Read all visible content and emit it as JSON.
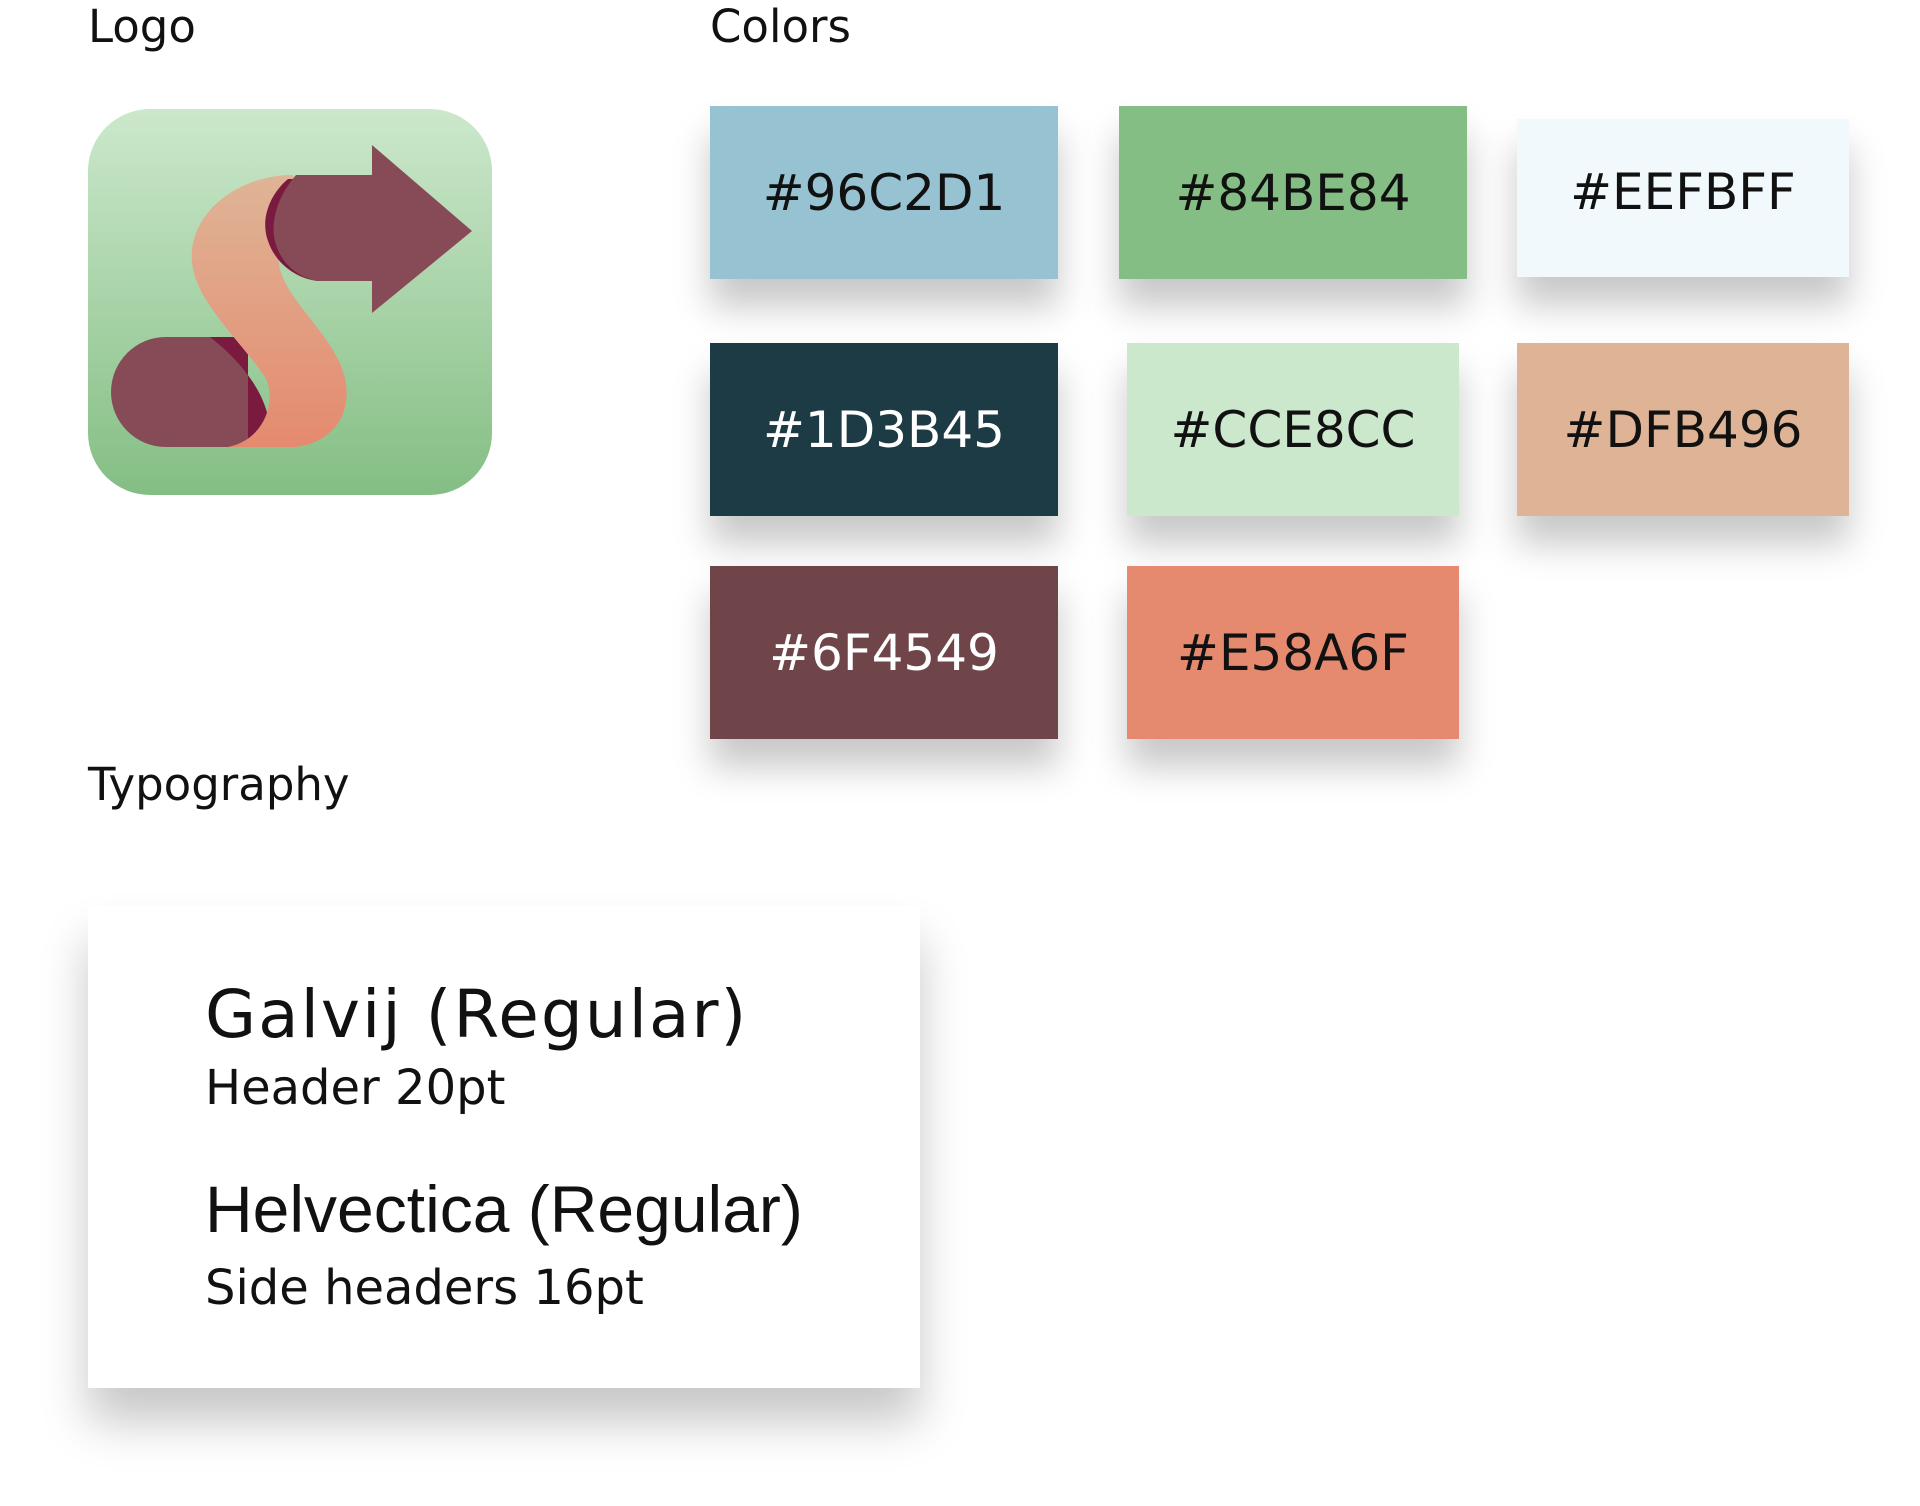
{
  "sections": {
    "logo_label": "Logo",
    "colors_label": "Colors",
    "typography_label": "Typography"
  },
  "logo": {
    "icon": "s-arrow-logo-icon",
    "background_gradient": [
      "#CCE8CC",
      "#84BE84"
    ],
    "s_gradient": [
      "#DFB496",
      "#E58A6F"
    ],
    "arrow_color": "#874A57",
    "shadow_color": "#7A1A3F"
  },
  "colors": [
    {
      "hex": "#96C2D1",
      "swatch": "#96C2D1",
      "text_color": "#111111"
    },
    {
      "hex": "#84BE84",
      "swatch": "#84BE84",
      "text_color": "#111111"
    },
    {
      "hex": "#EEFBFF",
      "swatch": "#F2F9FC",
      "text_color": "#111111"
    },
    {
      "hex": "#1D3B45",
      "swatch": "#1D3B45",
      "text_color": "#FFFFFF"
    },
    {
      "hex": "#CCE8CC",
      "swatch": "#CCE8CC",
      "text_color": "#111111"
    },
    {
      "hex": "#DFB496",
      "swatch": "#DFB496",
      "text_color": "#111111"
    },
    {
      "hex": "#6F4549",
      "swatch": "#6F4549",
      "text_color": "#FFFFFF"
    },
    {
      "hex": "#E58A6F",
      "swatch": "#E58A6F",
      "text_color": "#111111"
    }
  ],
  "typography": {
    "font1_name": "Galvij (Regular)",
    "font1_desc": "Header 20pt",
    "font2_name": "Helvectica (Regular)",
    "font2_desc": "Side headers 16pt"
  }
}
